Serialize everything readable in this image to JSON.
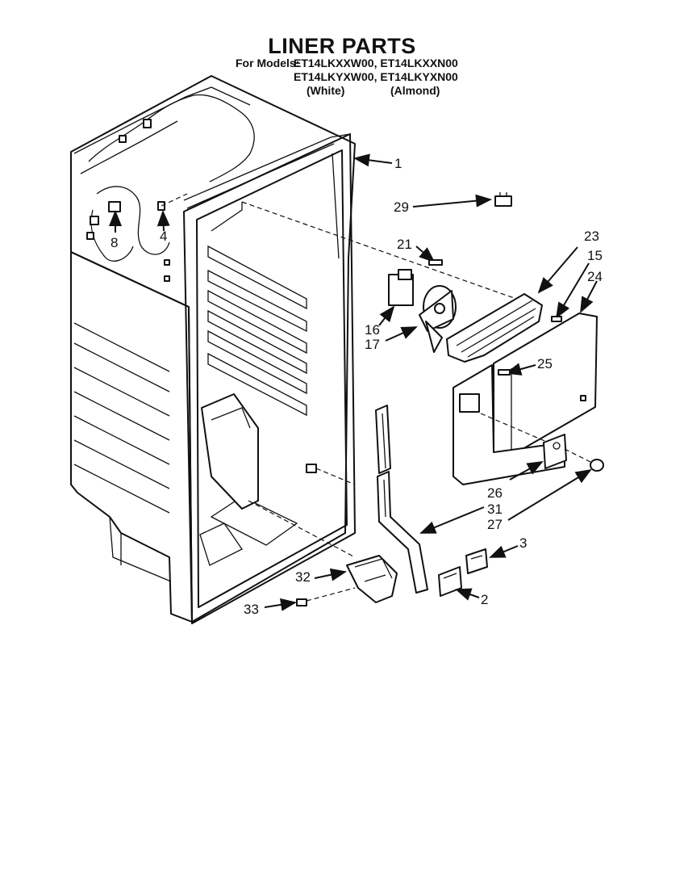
{
  "header": {
    "title": "LINER PARTS",
    "models_label": "For Models:",
    "models_line1": "ET14LKXXW00, ET14LKXXN00",
    "models_line2": "ET14LKYXW00, ET14LKYXN00",
    "color_white": "(White)",
    "color_almond": "(Almond)"
  },
  "callouts": {
    "c1": "1",
    "c29": "29",
    "c21": "21",
    "c23": "23",
    "c15": "15",
    "c24": "24",
    "c8": "8",
    "c4": "4",
    "c16": "16",
    "c17": "17",
    "c25": "25",
    "c26": "26",
    "c31": "31",
    "c27": "27",
    "c3": "3",
    "c32": "32",
    "c2": "2",
    "c33": "33"
  }
}
